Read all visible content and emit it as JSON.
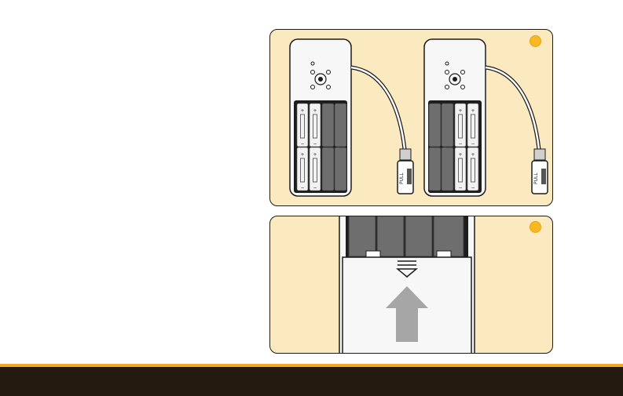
{
  "panels": [
    {
      "id": "top",
      "devices": 2
    },
    {
      "id": "bottom",
      "devices": 1
    }
  ],
  "colors": {
    "panel_bg": "#fbe9bf",
    "step_dot": "#f7b824",
    "arrow": "#a6a6a6",
    "battery": "#6e6e6e",
    "footer_bar": "#241a10",
    "footer_stripe": "#f4a81d"
  },
  "icons": [
    "step-dot-icon",
    "up-arrow-icon",
    "cover-arrow-icon"
  ]
}
